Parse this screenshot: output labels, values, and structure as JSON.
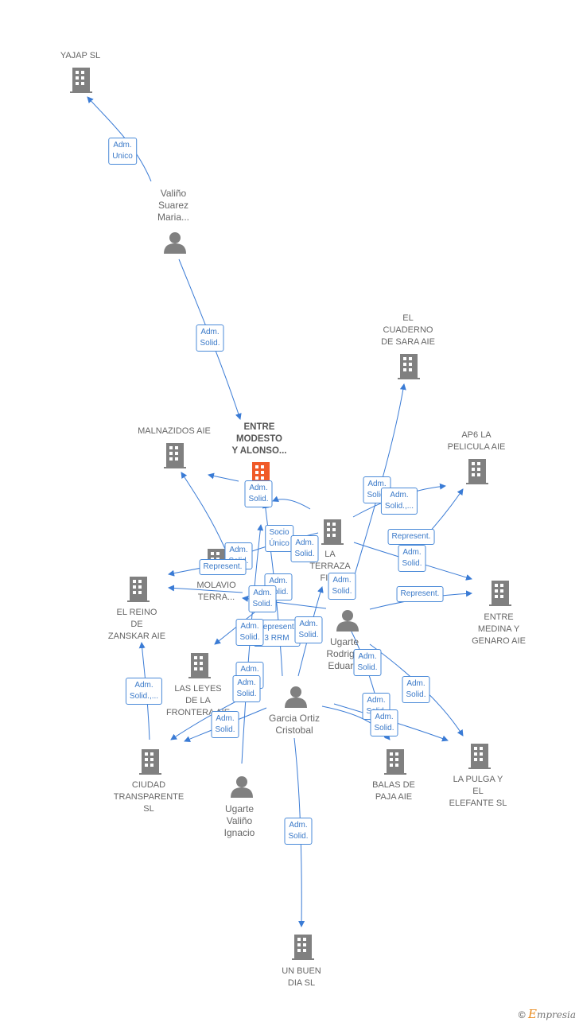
{
  "nodes": {
    "yajap": {
      "label": "YAJAP SL"
    },
    "valino_maria": {
      "label": "Valiño\nSuarez\nMaria..."
    },
    "entre_modesto": {
      "label": "ENTRE\nMODESTO\nY ALONSO..."
    },
    "malnazidos": {
      "label": "MALNAZIDOS AIE"
    },
    "cuaderno": {
      "label": "EL\nCUADERNO\nDE SARA AIE"
    },
    "ap6": {
      "label": "AP6 LA\nPELICULA AIE"
    },
    "la_terraza": {
      "label": "LA\nTERRAZA\nFIL..."
    },
    "molavio": {
      "label": "MOLAVIO\nTERRA..."
    },
    "reino": {
      "label": "EL REINO\nDE\nZANSKAR  AIE"
    },
    "entre_medina": {
      "label": "ENTRE\nMEDINA Y\nGENARO AIE"
    },
    "ugarte_eduardo": {
      "label": "Ugarte\nRodrig...\nEduar..."
    },
    "leyes": {
      "label": "LAS LEYES\nDE LA\nFRONTERA AIE"
    },
    "garcia": {
      "label": "Garcia Ortiz\nCristobal"
    },
    "ciudad": {
      "label": "CIUDAD\nTRANSPARENTE\nSL"
    },
    "ugarte_ignacio": {
      "label": "Ugarte\nValiño\nIgnacio"
    },
    "balas": {
      "label": "BALAS DE\nPAJA AIE"
    },
    "pulga": {
      "label": "LA PULGA Y\nEL\nELEFANTE  SL"
    },
    "buen_dia": {
      "label": "UN BUEN\nDIA  SL"
    }
  },
  "roles": {
    "r1": "Adm.\nUnico",
    "r2": "Adm.\nSolid.",
    "r3": "Adm.\nSolid.",
    "r4": "Adm.\nSolid.",
    "r5": "Adm.\nSolid.,...",
    "r6": "Represent.",
    "r7": "Adm.\nSolid.",
    "r8": "Represent.",
    "r9": "Socio\nÚnico",
    "r10": "Adm.\nSolid.",
    "r11": "Adm.\nSolid.",
    "r12": "Adm.\nSolid.",
    "r13": "Represent.",
    "r14": "Adm.\nSolid.",
    "r15": "Adm.\nSolid.",
    "r16": "Represent.\n3 RRM",
    "r17": "Adm.\nSolid.",
    "r18": "Adm.\nSolid.",
    "r19": "Adm.\nSolid.",
    "r20": "Adm.\nSolid.",
    "r21": "Adm.\nSolid.",
    "r22": "Adm.\nSolid.,...",
    "r23": "Adm.\nSolid.",
    "r24": "Adm.\nSolid.",
    "r25": "Adm.\nSolid.",
    "r26": "Adm.\nSolid.",
    "r27": "Adm.\nSolid."
  },
  "brand": {
    "copyright": "©",
    "e": "E",
    "rest": "mpresia"
  },
  "colors": {
    "edge": "#3a7bd5",
    "building": "#808080",
    "main_building": "#f05a28",
    "person": "#808080"
  }
}
